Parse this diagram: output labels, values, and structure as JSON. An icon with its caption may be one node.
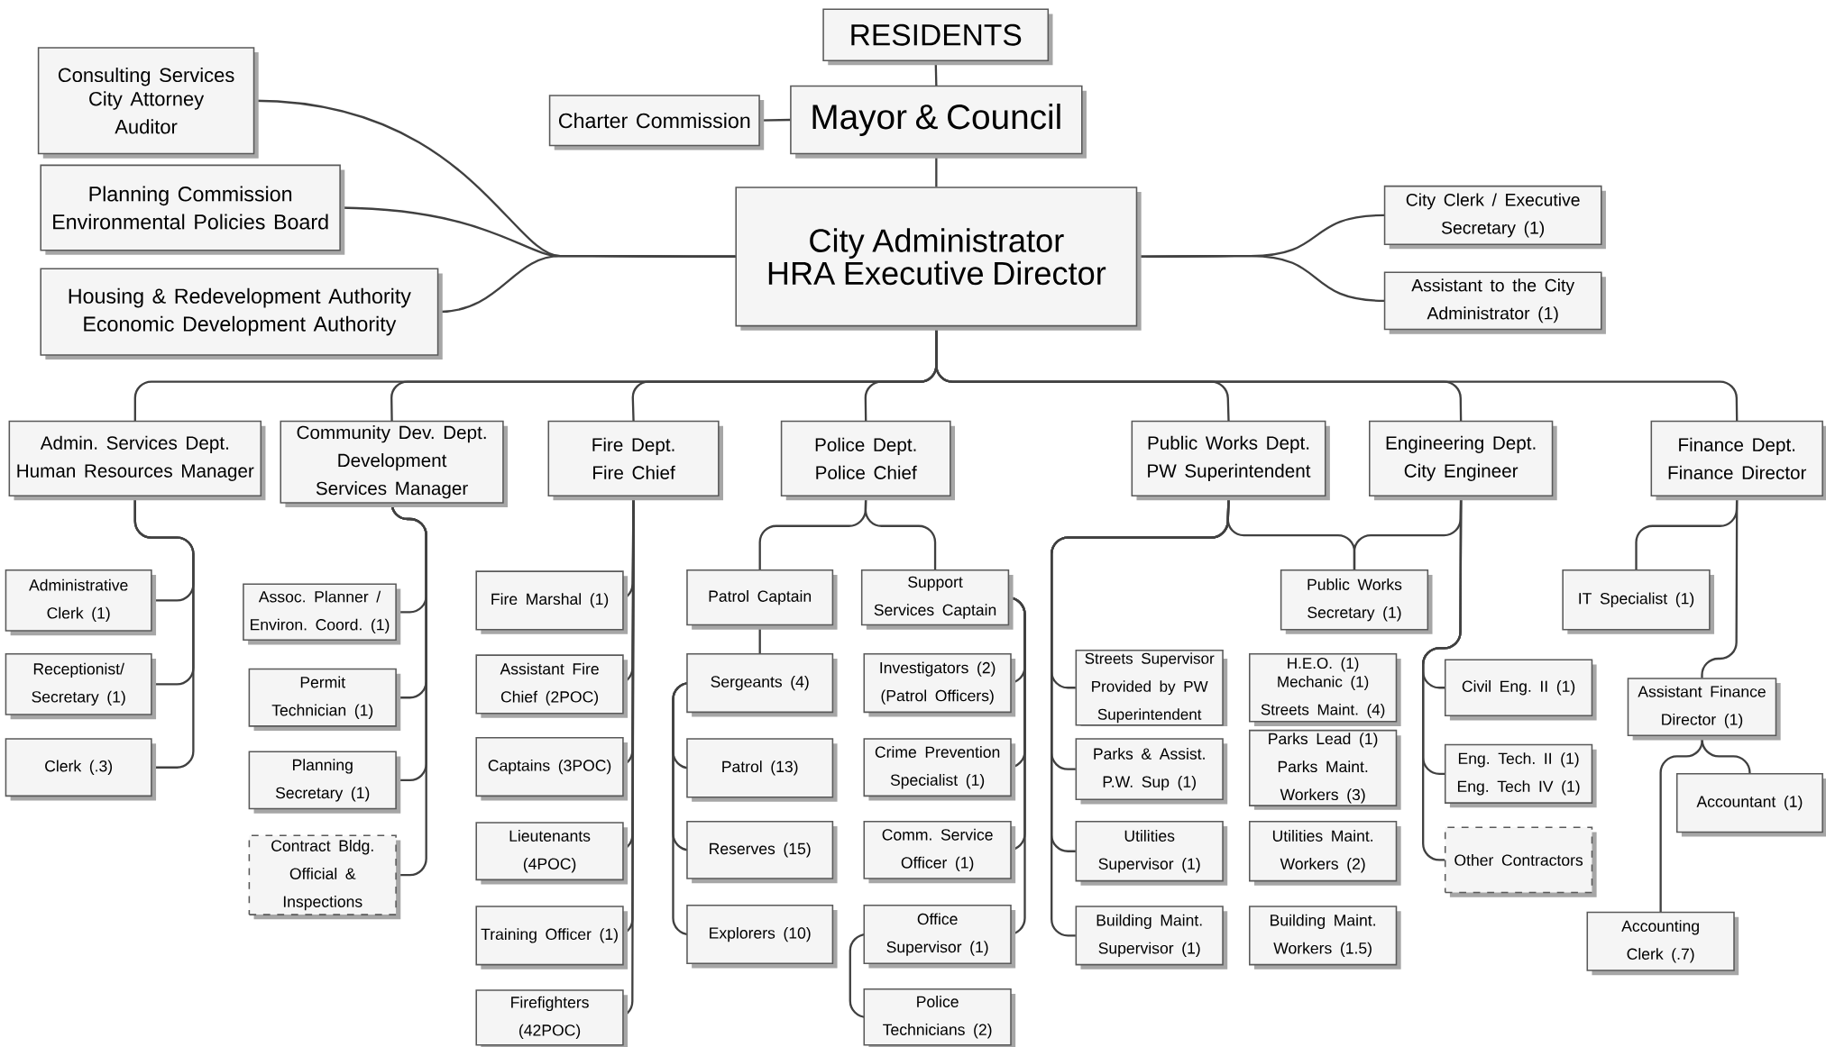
{
  "diagram": {
    "nodes": [
      {
        "text": [
          "RESIDENTS"
        ]
      },
      {
        "text": [
          "Charter Commission"
        ]
      },
      {
        "text": [
          "Mayor & Council"
        ]
      },
      {
        "text": [
          "Consulting Services",
          "City Attorney",
          "Auditor"
        ]
      },
      {
        "text": [
          "Planning Commission",
          "Environmental Policies Board"
        ]
      },
      {
        "text": [
          "Housing & Redevelopment Authority",
          "Economic Development Authority"
        ]
      },
      {
        "text": [
          "City Administrator",
          "HRA Executive Director"
        ]
      },
      {
        "text": [
          "City Clerk / Executive Secretary (1)"
        ]
      },
      {
        "text": [
          "Assistant to the City Administrator (1)"
        ]
      },
      {
        "text": [
          "Admin. Services Dept.",
          "Human Resources Manager"
        ]
      },
      {
        "text": [
          "Community Dev. Dept.",
          "Development Services Manager"
        ]
      },
      {
        "text": [
          "Fire Dept.",
          "Fire Chief"
        ]
      },
      {
        "text": [
          "Police Dept.",
          "Police Chief"
        ]
      },
      {
        "text": [
          "Public Works Dept.",
          "PW Superintendent"
        ]
      },
      {
        "text": [
          "Engineering Dept.",
          "City Engineer"
        ]
      },
      {
        "text": [
          "Finance Dept.",
          "Finance Director"
        ]
      },
      {
        "text": [
          "Administrative Clerk (1)"
        ]
      },
      {
        "text": [
          "Receptionist/ Secretary (1)"
        ]
      },
      {
        "text": [
          "Clerk (.3)"
        ]
      },
      {
        "text": [
          "Assoc. Planner / Environ. Coord. (1)"
        ]
      },
      {
        "text": [
          "Permit Technician (1)"
        ]
      },
      {
        "text": [
          "Planning Secretary (1)"
        ]
      },
      {
        "text": [
          "Contract Bldg. Official & Inspections"
        ]
      },
      {
        "text": [
          "Fire Marshal (1)"
        ]
      },
      {
        "text": [
          "Assistant Fire Chief (2POC)"
        ]
      },
      {
        "text": [
          "Captains (3POC)"
        ]
      },
      {
        "text": [
          "Lieutenants (4POC)"
        ]
      },
      {
        "text": [
          "Training Officer (1)"
        ]
      },
      {
        "text": [
          "Firefighters (42POC)"
        ]
      },
      {
        "text": [
          "Patrol Captain"
        ]
      },
      {
        "text": [
          "Support Services Captain"
        ]
      },
      {
        "text": [
          "Sergeants (4)"
        ]
      },
      {
        "text": [
          "Patrol (13)"
        ]
      },
      {
        "text": [
          "Reserves (15)"
        ]
      },
      {
        "text": [
          "Explorers (10)"
        ]
      },
      {
        "text": [
          "Investigators (2)",
          "(Patrol Officers)"
        ]
      },
      {
        "text": [
          "Crime Prevention Specialist (1)"
        ]
      },
      {
        "text": [
          "Comm. Service Officer (1)"
        ]
      },
      {
        "text": [
          "Office Supervisor (1)"
        ]
      },
      {
        "text": [
          "Police Technicians (2)"
        ]
      },
      {
        "text": [
          "Public Works Secretary (1)"
        ]
      },
      {
        "text": [
          "Streets Supervisor Provided by PW Superintendent"
        ]
      },
      {
        "text": [
          "H.E.O. (1)",
          "Mechanic (1)",
          "Streets Maint. (4)"
        ]
      },
      {
        "text": [
          "Parks & Assist. P.W. Sup (1)"
        ]
      },
      {
        "text": [
          "Parks Lead (1)",
          "Parks Maint. Workers (3)"
        ]
      },
      {
        "text": [
          "Utilities Supervisor (1)"
        ]
      },
      {
        "text": [
          "Utilities Maint. Workers (2)"
        ]
      },
      {
        "text": [
          "Building Maint. Supervisor (1)"
        ]
      },
      {
        "text": [
          "Building Maint. Workers (1.5)"
        ]
      },
      {
        "text": [
          "Civil Eng. II (1)"
        ]
      },
      {
        "text": [
          "Eng. Tech. II (1)",
          "Eng. Tech IV (1)"
        ]
      },
      {
        "text": [
          "Other Contractors"
        ]
      },
      {
        "text": [
          "IT Specialist (1)"
        ]
      },
      {
        "text": [
          "Assistant Finance Director (1)"
        ]
      },
      {
        "text": [
          "Accountant (1)"
        ]
      },
      {
        "text": [
          "Accounting Clerk (.7)"
        ]
      }
    ],
    "edges": [
      {
        "from": 0,
        "to": 2,
        "arrow": "none"
      },
      {
        "from": 1,
        "to": 2,
        "arrow": "none"
      },
      {
        "from": 2,
        "to": 6,
        "arrow": "none"
      },
      {
        "from": 3,
        "to": 6,
        "arrow": "none"
      },
      {
        "from": 4,
        "to": 6,
        "arrow": "none"
      },
      {
        "from": 5,
        "to": 6,
        "arrow": "none"
      },
      {
        "from": 6,
        "to": 7,
        "arrow": "none"
      },
      {
        "from": 6,
        "to": 8,
        "arrow": "none"
      },
      {
        "from": 6,
        "to": 9,
        "arrow": "none"
      },
      {
        "from": 6,
        "to": 10,
        "arrow": "none"
      },
      {
        "from": 6,
        "to": 11,
        "arrow": "none"
      },
      {
        "from": 6,
        "to": 12,
        "arrow": "none"
      },
      {
        "from": 6,
        "to": 13,
        "arrow": "none"
      },
      {
        "from": 6,
        "to": 14,
        "arrow": "none"
      },
      {
        "from": 6,
        "to": 15,
        "arrow": "none"
      },
      {
        "from": 9,
        "to": 16,
        "arrow": "none"
      },
      {
        "from": 9,
        "to": 17,
        "arrow": "none"
      },
      {
        "from": 9,
        "to": 18,
        "arrow": "none"
      },
      {
        "from": 10,
        "to": 19,
        "arrow": "none"
      },
      {
        "from": 10,
        "to": 20,
        "arrow": "none"
      },
      {
        "from": 10,
        "to": 21,
        "arrow": "none"
      },
      {
        "from": 10,
        "to": 22,
        "arrow": "none"
      },
      {
        "from": 11,
        "to": 23,
        "arrow": "none"
      },
      {
        "from": 11,
        "to": 24,
        "arrow": "none"
      },
      {
        "from": 11,
        "to": 25,
        "arrow": "none"
      },
      {
        "from": 11,
        "to": 26,
        "arrow": "none"
      },
      {
        "from": 11,
        "to": 27,
        "arrow": "none"
      },
      {
        "from": 11,
        "to": 28,
        "arrow": "none"
      },
      {
        "from": 12,
        "to": 29,
        "arrow": "none"
      },
      {
        "from": 12,
        "to": 30,
        "arrow": "none"
      },
      {
        "from": 29,
        "to": 31,
        "arrow": "none"
      },
      {
        "from": 31,
        "to": 32,
        "arrow": "none"
      },
      {
        "from": 31,
        "to": 33,
        "arrow": "none"
      },
      {
        "from": 31,
        "to": 34,
        "arrow": "none"
      },
      {
        "from": 30,
        "to": 35,
        "arrow": "none"
      },
      {
        "from": 30,
        "to": 36,
        "arrow": "none"
      },
      {
        "from": 30,
        "to": 37,
        "arrow": "none"
      },
      {
        "from": 30,
        "to": 38,
        "arrow": "none"
      },
      {
        "from": 38,
        "to": 39,
        "arrow": "none"
      },
      {
        "from": 13,
        "to": 40,
        "arrow": "none"
      },
      {
        "from": 14,
        "to": 40,
        "arrow": "none"
      },
      {
        "from": 13,
        "to": 41,
        "arrow": "none"
      },
      {
        "from": 13,
        "to": 43,
        "arrow": "none"
      },
      {
        "from": 13,
        "to": 45,
        "arrow": "none"
      },
      {
        "from": 13,
        "to": 47,
        "arrow": "none"
      },
      {
        "from": 14,
        "to": 49,
        "arrow": "none"
      },
      {
        "from": 14,
        "to": 50,
        "arrow": "none"
      },
      {
        "from": 14,
        "to": 51,
        "arrow": "none"
      },
      {
        "from": 15,
        "to": 52,
        "arrow": "none"
      },
      {
        "from": 15,
        "to": 53,
        "arrow": "none"
      },
      {
        "from": 53,
        "to": 54,
        "arrow": "none"
      },
      {
        "from": 53,
        "to": 55,
        "arrow": "none"
      }
    ]
  }
}
